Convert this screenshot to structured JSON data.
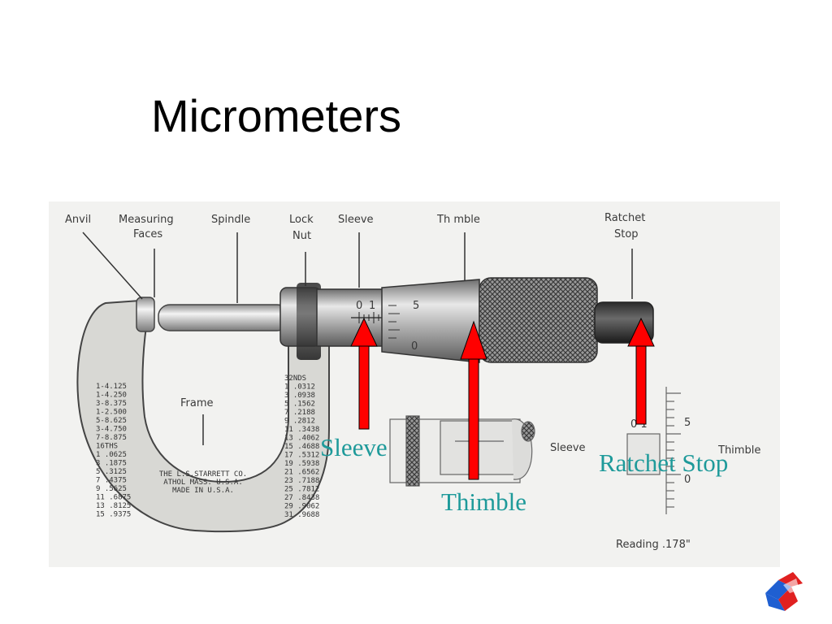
{
  "slide": {
    "title": "Micrometers"
  },
  "diagram": {
    "printed_labels": {
      "anvil": "Anvil",
      "measuring_faces_1": "Measuring",
      "measuring_faces_2": "Faces",
      "spindle": "Spindle",
      "lock_nut_1": "Lock",
      "lock_nut_2": "Nut",
      "sleeve": "Sleeve",
      "thimble": "Th mble",
      "ratchet_1": "Ratchet",
      "ratchet_2": "Stop",
      "frame": "Frame",
      "sleeve_detail": "Sleeve",
      "thimble_detail": "Thimble",
      "reading": "Reading .178\""
    },
    "scale_marks": {
      "sleeve_0": "0",
      "sleeve_1": "1",
      "thimble_5": "5",
      "thimble_0": "0",
      "detail_5": "5",
      "detail_0": "0",
      "detail_01": "0 1"
    },
    "frame_table_left": [
      "1-4.125",
      "1-4.250",
      "3-8.375",
      "1-2.500",
      "5-8.625",
      "3-4.750",
      "7-8.875",
      "16THS",
      "1 .0625",
      "3 .1875",
      "5 .3125",
      "7 .4375",
      "9 .5625",
      "11 .6875",
      "13 .8125",
      "15 .9375"
    ],
    "frame_table_right": [
      "32NDS",
      "1 .0312",
      "3 .0938",
      "5 .1562",
      "7 .2188",
      "9 .2812",
      "11 .3438",
      "13 .4062",
      "15 .4688",
      "17 .5312",
      "19 .5938",
      "21 .6562",
      "23 .7188",
      "25 .7812",
      "27 .8438",
      "29 .9062",
      "31 .9688"
    ],
    "frame_stamp": [
      "THE L.S.STARRETT CO.",
      "ATHOL MASS. U.S.A.",
      "MADE IN U.S.A."
    ],
    "overlay_labels": {
      "sleeve": "Sleeve",
      "thimble": "Thimble",
      "ratchet_stop": "Ratchet Stop"
    },
    "arrow_color": "#ff0000",
    "overlay_color": "#1e9a9a"
  }
}
